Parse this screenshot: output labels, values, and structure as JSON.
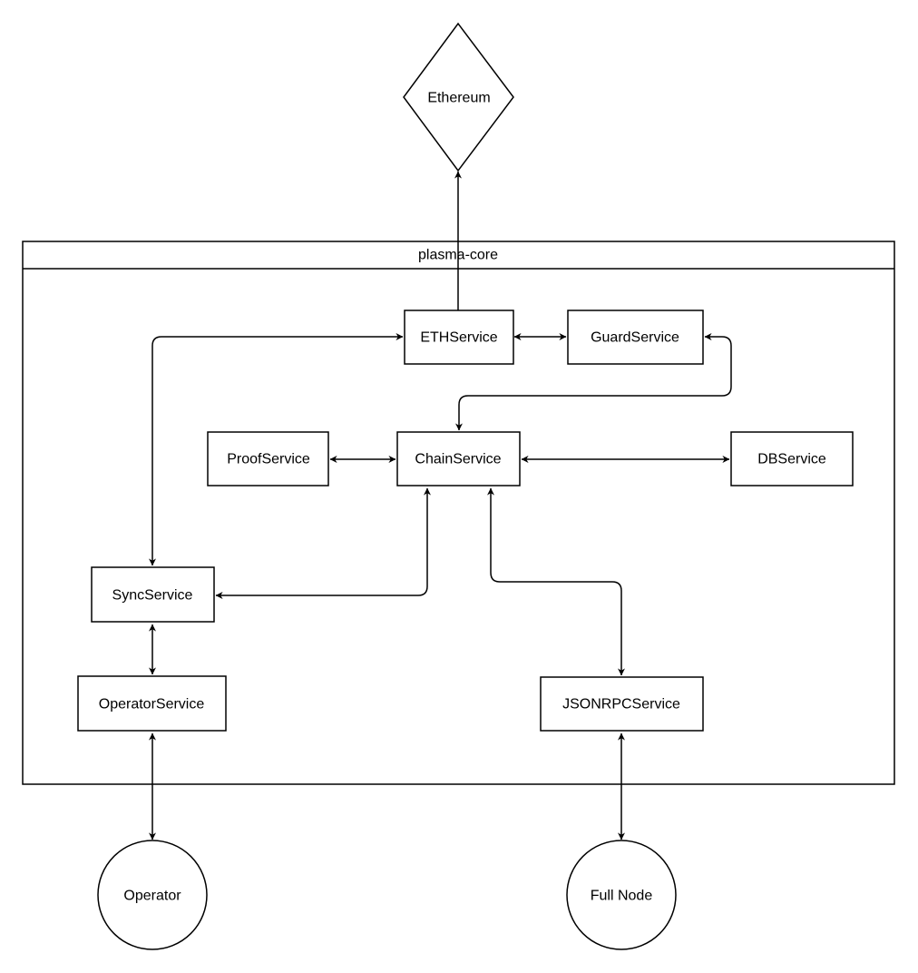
{
  "diagram": {
    "container": {
      "label": "plasma-core"
    },
    "nodes": {
      "ethereum": {
        "label": "Ethereum",
        "shape": "diamond"
      },
      "eth_service": {
        "label": "ETHService",
        "shape": "rect"
      },
      "guard_service": {
        "label": "GuardService",
        "shape": "rect"
      },
      "proof_service": {
        "label": "ProofService",
        "shape": "rect"
      },
      "chain_service": {
        "label": "ChainService",
        "shape": "rect"
      },
      "db_service": {
        "label": "DBService",
        "shape": "rect"
      },
      "sync_service": {
        "label": "SyncService",
        "shape": "rect"
      },
      "operator_service": {
        "label": "OperatorService",
        "shape": "rect"
      },
      "jsonrpc_service": {
        "label": "JSONRPCService",
        "shape": "rect"
      },
      "operator": {
        "label": "Operator",
        "shape": "circle"
      },
      "full_node": {
        "label": "Full Node",
        "shape": "circle"
      }
    },
    "edges": [
      {
        "from": "eth_service",
        "to": "ethereum",
        "direction": "to-target"
      },
      {
        "from": "eth_service",
        "to": "guard_service",
        "direction": "bidirectional"
      },
      {
        "from": "guard_service",
        "to": "chain_service",
        "direction": "bidirectional"
      },
      {
        "from": "sync_service",
        "to": "eth_service",
        "direction": "bidirectional"
      },
      {
        "from": "proof_service",
        "to": "chain_service",
        "direction": "bidirectional"
      },
      {
        "from": "chain_service",
        "to": "db_service",
        "direction": "bidirectional"
      },
      {
        "from": "sync_service",
        "to": "chain_service",
        "direction": "bidirectional"
      },
      {
        "from": "chain_service",
        "to": "jsonrpc_service",
        "direction": "bidirectional"
      },
      {
        "from": "sync_service",
        "to": "operator_service",
        "direction": "bidirectional"
      },
      {
        "from": "operator_service",
        "to": "operator",
        "direction": "bidirectional"
      },
      {
        "from": "jsonrpc_service",
        "to": "full_node",
        "direction": "bidirectional"
      }
    ]
  }
}
